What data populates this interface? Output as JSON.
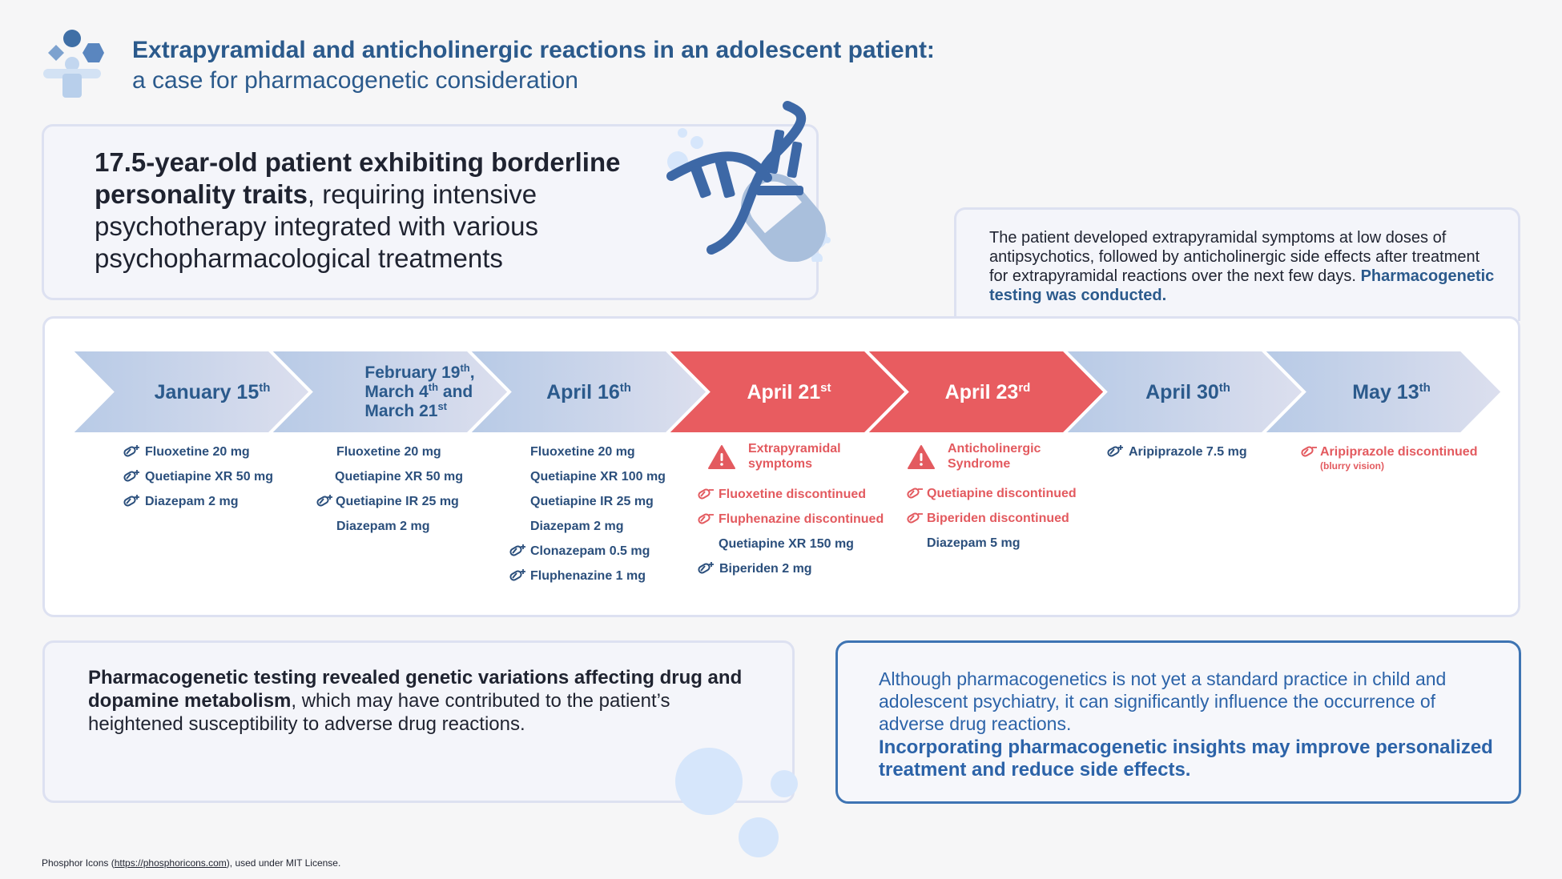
{
  "header": {
    "title_line1": "Extrapyramidal and anticholinergic reactions in an adolescent patient:",
    "title_line2": "a case for pharmacogenetic consideration"
  },
  "patient": {
    "bold": "17.5-year-old patient exhibiting borderline personality traits",
    "rest": ", requiring intensive psychotherapy integrated with various psychopharmacological treatments"
  },
  "summary": {
    "text": "The patient developed extrapyramidal symptoms at low doses of antipsychotics, followed by anticholinergic side effects after treatment for extrapyramidal reactions over the next few days.",
    "highlight": "Pharmacogenetic testing was conducted."
  },
  "timeline": {
    "dates": [
      {
        "main": "January 15",
        "sup": "th"
      },
      {
        "line1": "February 19",
        "sup1": "th",
        "tail1": ",",
        "line2": "March 4",
        "sup2": "th",
        "tail2": " and",
        "line3": "March 21",
        "sup3": "st"
      },
      {
        "main": "April 16",
        "sup": "th"
      },
      {
        "main": "April 21",
        "sup": "st"
      },
      {
        "main": "April 23",
        "sup": "rd"
      },
      {
        "main": "April 30",
        "sup": "th"
      },
      {
        "main": "May 13",
        "sup": "th"
      }
    ],
    "col1": [
      "Fluoxetine 20 mg",
      "Quetiapine XR 50 mg",
      "Diazepam 2 mg"
    ],
    "col2": [
      "Fluoxetine 20 mg",
      "Quetiapine XR 50 mg",
      "Quetiapine IR 25 mg",
      "Diazepam 2 mg"
    ],
    "col3": [
      "Fluoxetine 20 mg",
      "Quetiapine XR 100 mg",
      "Quetiapine IR 25 mg",
      "Diazepam 2 mg",
      "Clonazepam 0.5 mg",
      "Fluphenazine 1 mg"
    ],
    "col4": {
      "alert_line1": "Extrapyramidal",
      "alert_line2": "symptoms",
      "items": [
        "Fluoxetine discontinued",
        "Fluphenazine discontinued",
        "Quetiapine XR 150 mg",
        "Biperiden 2 mg"
      ]
    },
    "col5": {
      "alert_line1": "Anticholinergic",
      "alert_line2": "Syndrome",
      "items": [
        "Quetiapine discontinued",
        "Biperiden discontinued",
        "Diazepam 5 mg"
      ]
    },
    "col6": [
      "Aripiprazole 7.5 mg"
    ],
    "col7": {
      "item": "Aripiprazole discontinued",
      "note": "(blurry vision)"
    }
  },
  "genetic": {
    "bold": "Pharmacogenetic testing revealed genetic variations affecting drug and dopamine metabolism",
    "rest": ", which may have contributed to the patient’s heightened susceptibility to adverse drug reactions."
  },
  "conclusion": {
    "text": "Although pharmacogenetics is not yet a standard practice in child and adolescent psychiatry, it can significantly influence the occurrence of adverse drug reactions.",
    "highlight": "Incorporating pharmacogenetic insights may improve personalized treatment and reduce side effects."
  },
  "footer": {
    "prefix": "Phosphor Icons (",
    "link": "https://phosphoricons.com",
    "suffix": "), used under MIT License."
  },
  "colors": {
    "accent_blue": "#2b5a8c",
    "alert_red": "#e35a5f",
    "chevron_light": "#c3d2e8",
    "chevron_red": "#e85c60"
  }
}
